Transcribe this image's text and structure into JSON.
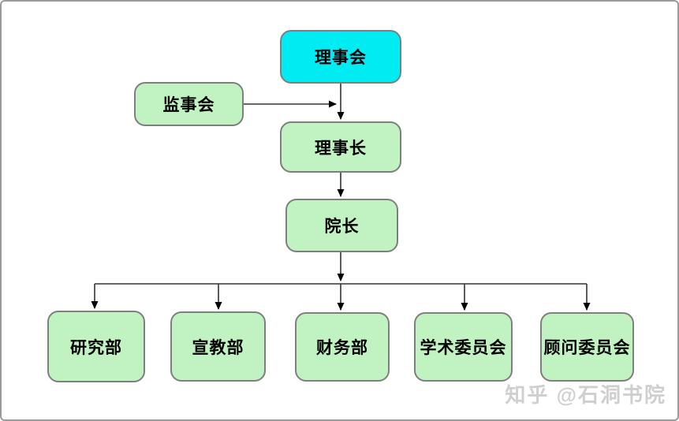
{
  "diagram": {
    "title_hint": "organization-chart",
    "nodes": {
      "board": {
        "label": "理事会",
        "role": "root"
      },
      "supervisory": {
        "label": "监事会"
      },
      "chairman": {
        "label": "理事长"
      },
      "dean": {
        "label": "院长"
      },
      "research": {
        "label": "研究部"
      },
      "mission": {
        "label": "宣教部"
      },
      "finance": {
        "label": "财务部"
      },
      "academic": {
        "label": "学术委员会"
      },
      "advisory": {
        "label": "顾问委员会"
      }
    },
    "edges": [
      {
        "from": "board",
        "to": "chairman",
        "arrow": true
      },
      {
        "from": "supervisory",
        "to": "board-chairman-line",
        "arrow": true
      },
      {
        "from": "chairman",
        "to": "dean",
        "arrow": true
      },
      {
        "from": "dean",
        "to": "research",
        "arrow": true
      },
      {
        "from": "dean",
        "to": "mission",
        "arrow": true
      },
      {
        "from": "dean",
        "to": "finance",
        "arrow": true
      },
      {
        "from": "dean",
        "to": "academic",
        "arrow": true
      },
      {
        "from": "dean",
        "to": "advisory",
        "arrow": true
      }
    ],
    "colors": {
      "root_fill": "#00ebf2",
      "node_fill": "#c1f2c1",
      "node_border": "#7f7f7f",
      "line": "#333333",
      "arrowhead": "#000000",
      "frame_border": "#9a9a9a",
      "watermark": "#cfcfcf"
    }
  },
  "watermark": {
    "text": "知乎 @石洞书院"
  }
}
